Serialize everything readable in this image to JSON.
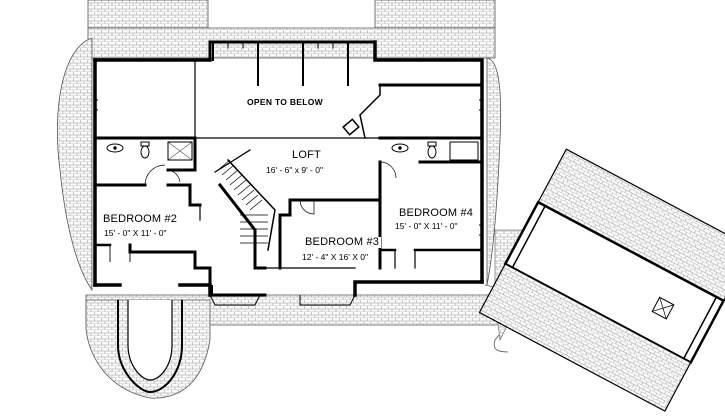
{
  "plan": {
    "open_to_below": "OPEN TO BELOW",
    "loft": {
      "name": "LOFT",
      "size": "16' - 6\" x 9' - 0\""
    },
    "bedroom2": {
      "name": "BEDROOM #2",
      "size": "15' - 0\" X 11' - 0\""
    },
    "bedroom3": {
      "name": "BEDROOM #3",
      "size": "12' - 4\" X 16' X 0\""
    },
    "bedroom4": {
      "name": "BEDROOM #4",
      "size": "15' - 0\" X 11' - 0\""
    }
  }
}
